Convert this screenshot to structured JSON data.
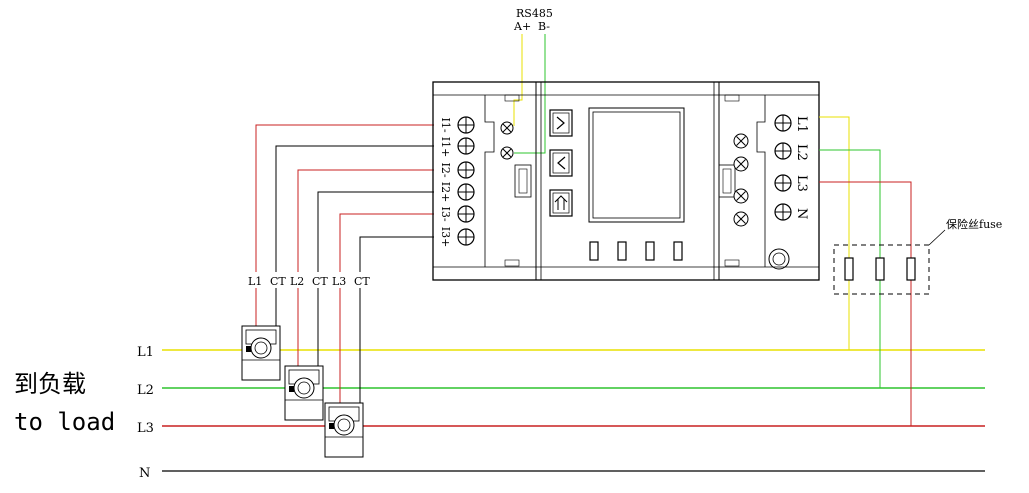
{
  "rs485": {
    "title": "RS485",
    "a_label": "A+",
    "b_label": "B-"
  },
  "left_terminals": [
    "I1-",
    "I1+",
    "I2-",
    "I2+",
    "I3-",
    "I3+"
  ],
  "right_terminals": [
    "L1",
    "L2",
    "L3",
    "N"
  ],
  "ct_labels": [
    "L1",
    "CT",
    "L2",
    "CT",
    "L3",
    "CT"
  ],
  "lines": {
    "l1": "L1",
    "l2": "L2",
    "l3": "L3",
    "n": "N"
  },
  "load": {
    "zh": "到负载",
    "en": "to load"
  },
  "fuse": {
    "label": "保险丝fuse"
  },
  "colors": {
    "l1": "#e8e000",
    "l2": "#2ec42e",
    "l3": "#c82020",
    "n": "#000000",
    "device": "#000000"
  }
}
